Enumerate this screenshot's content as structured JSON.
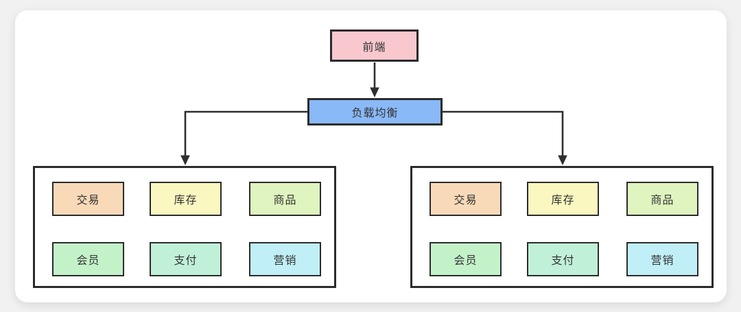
{
  "colors": {
    "background": "#f1f1f2",
    "card": "#ffffff",
    "line": "#2e2e2e",
    "text": "#333333",
    "frontend_fill": "#f9c8ce",
    "load_balancer_fill": "#8ab9f8"
  },
  "nodes": {
    "frontend": {
      "label": "前端",
      "fill": "#f9c8ce"
    },
    "load_balancer": {
      "label": "负载均衡",
      "fill": "#8ab9f8"
    }
  },
  "clusters": [
    {
      "services": [
        {
          "label": "交易",
          "fill": "#f8dab8"
        },
        {
          "label": "库存",
          "fill": "#faf7c0"
        },
        {
          "label": "商品",
          "fill": "#dff4bf"
        },
        {
          "label": "会员",
          "fill": "#c3f2c9"
        },
        {
          "label": "支付",
          "fill": "#c0f1d8"
        },
        {
          "label": "营销",
          "fill": "#c0eff7"
        }
      ]
    },
    {
      "services": [
        {
          "label": "交易",
          "fill": "#f8dab8"
        },
        {
          "label": "库存",
          "fill": "#faf7c0"
        },
        {
          "label": "商品",
          "fill": "#dff4bf"
        },
        {
          "label": "会员",
          "fill": "#c3f2c9"
        },
        {
          "label": "支付",
          "fill": "#c0f1d8"
        },
        {
          "label": "营销",
          "fill": "#c0eff7"
        }
      ]
    }
  ]
}
